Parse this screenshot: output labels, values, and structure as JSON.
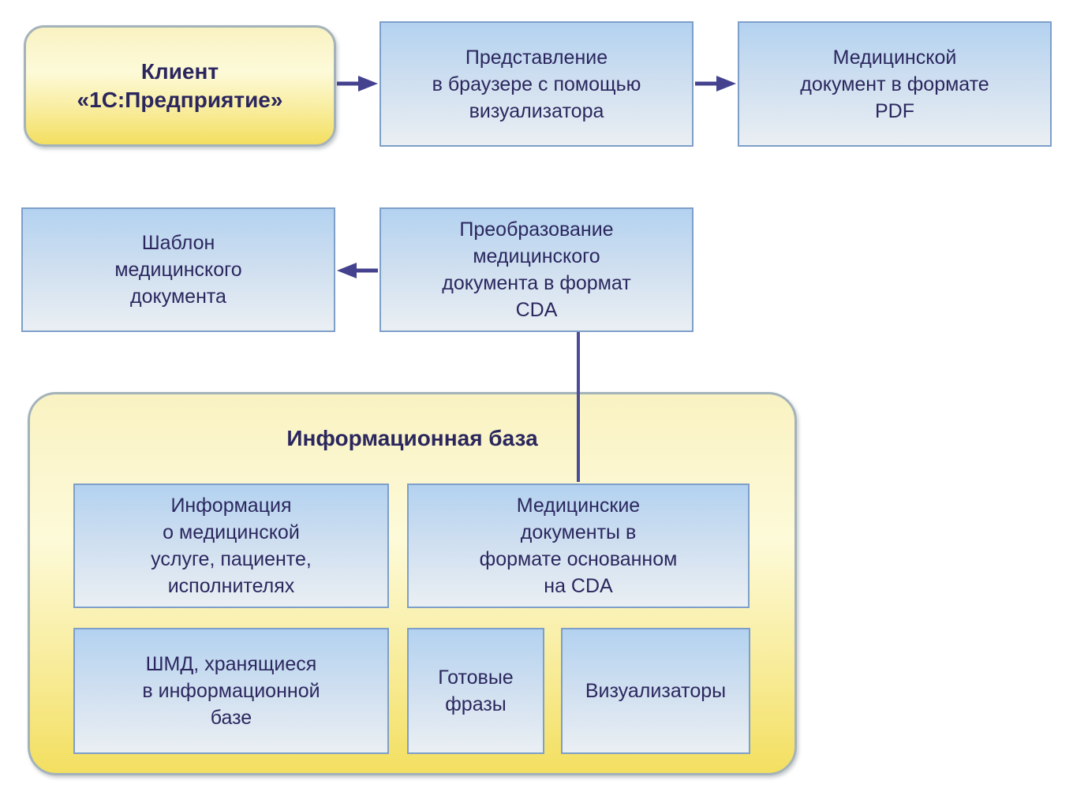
{
  "diagram": {
    "container": {
      "title": "Информационная база"
    },
    "nodes": {
      "client": {
        "label": "Клиент\n«1С:Предприятие»"
      },
      "browser_view": {
        "label": "Представление\nв браузере с помощью\nвизуализатора"
      },
      "pdf_doc": {
        "label": "Медицинской\nдокумент в формате\nPDF"
      },
      "template": {
        "label": "Шаблон\nмедицинского\nдокумента"
      },
      "convert_cda": {
        "label": "Преобразование\nмедицинского\nдокумента в формат\nCDA"
      },
      "info_services": {
        "label": "Информация\nо медицинской\nуслуге, пациенте,\nисполнителях"
      },
      "cda_docs": {
        "label": "Медицинские\nдокументы в\nформате основанном\nна CDA"
      },
      "shmd": {
        "label": "ШМД, хранящиеся\nв информационной\nбазе"
      },
      "phrases": {
        "label": "Готовые\nфразы"
      },
      "visualizers": {
        "label": "Визуализаторы"
      }
    },
    "connectors": [
      {
        "from": "client",
        "to": "browser_view",
        "type": "arrow-right"
      },
      {
        "from": "browser_view",
        "to": "pdf_doc",
        "type": "arrow-right"
      },
      {
        "from": "convert_cda",
        "to": "template",
        "type": "arrow-left"
      },
      {
        "from": "convert_cda",
        "to": "cda_docs",
        "type": "line-down"
      }
    ],
    "colors": {
      "arrow": "#44418e",
      "text": "#2b275e",
      "blue_box_top": "#b3d2f0",
      "blue_box_bottom": "#eaeff3",
      "blue_box_border": "#7d9fc9",
      "yellow_box_top": "#f9f2c2",
      "yellow_box_bottom": "#f3df60",
      "yellow_box_border": "#a4b3ba",
      "background": "#ffffff"
    }
  }
}
